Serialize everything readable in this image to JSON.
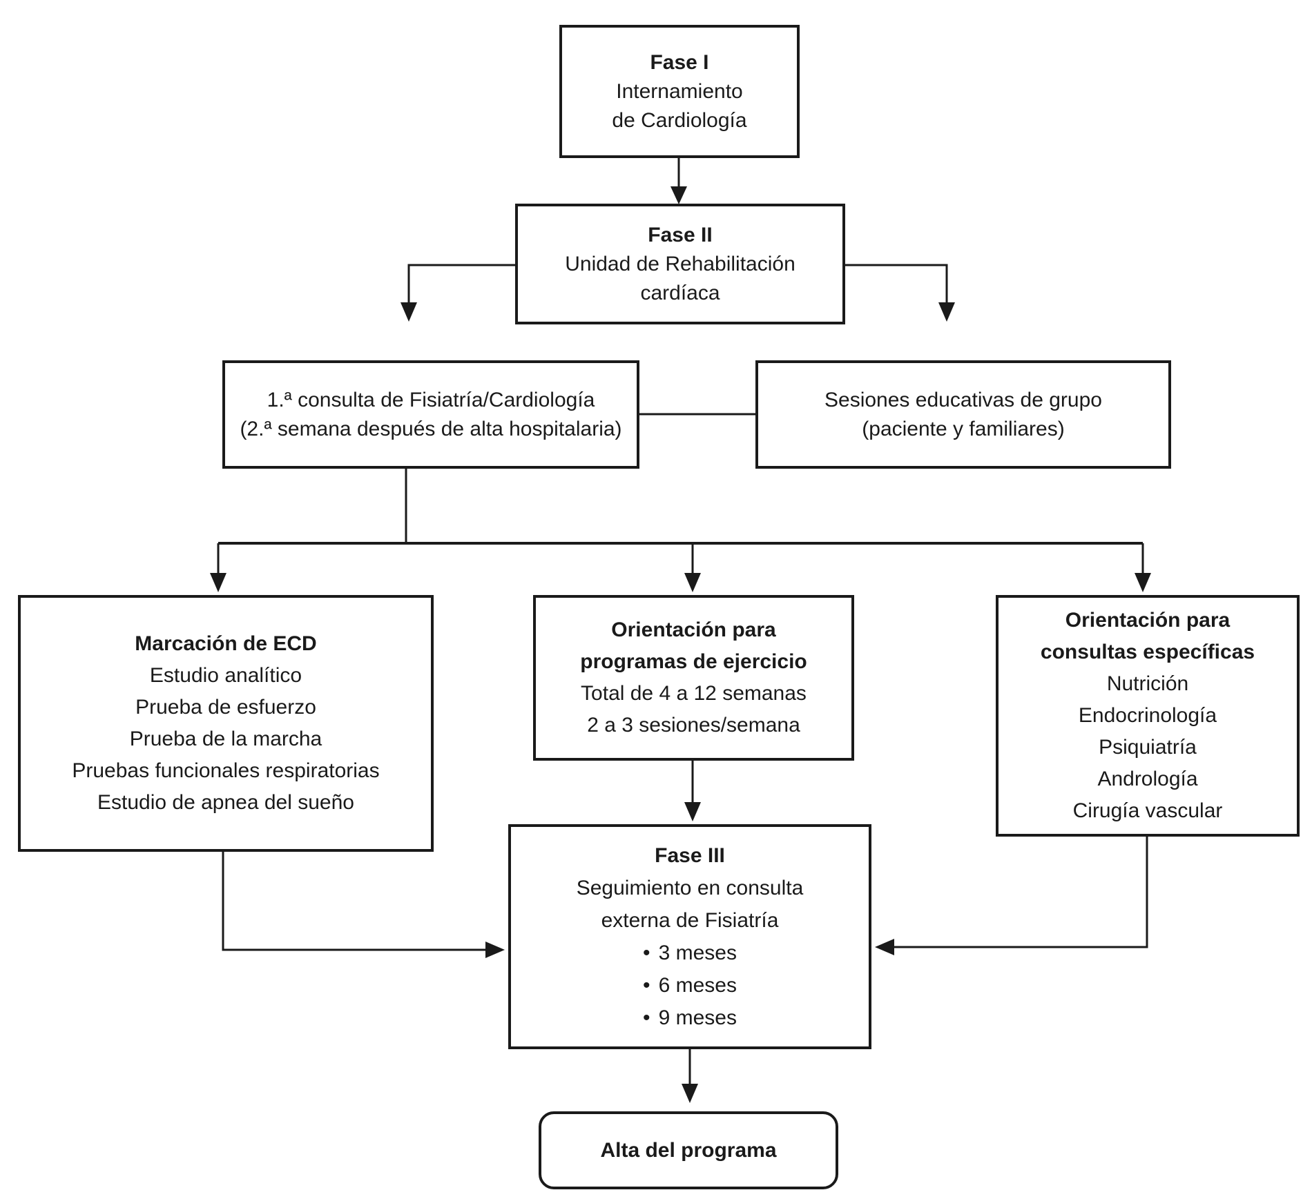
{
  "colors": {
    "background": "#ffffff",
    "line": "#1a1a1a",
    "text": "#1a1a1a"
  },
  "bullet_char": "•",
  "nodes": {
    "fase1": {
      "title": "Fase I",
      "lines": [
        "Internamiento",
        "de Cardiología"
      ]
    },
    "fase2": {
      "title": "Fase II",
      "lines": [
        "Unidad de Rehabilitación",
        "cardíaca"
      ]
    },
    "consulta": {
      "lines": [
        "1.ª consulta de Fisiatría/Cardiología",
        "(2.ª semana después de alta hospitalaria)"
      ]
    },
    "sesiones": {
      "lines": [
        "Sesiones educativas de grupo",
        "(paciente y familiares)"
      ]
    },
    "marcacion": {
      "title": "Marcación de ECD",
      "lines": [
        "Estudio analítico",
        "Prueba de esfuerzo",
        "Prueba de la marcha",
        "Pruebas funcionales respiratorias",
        "Estudio de apnea del sueño"
      ]
    },
    "ejercicio": {
      "title_lines": [
        "Orientación para",
        "programas de ejercicio"
      ],
      "lines": [
        "Total de 4 a 12 semanas",
        "2 a 3 sesiones/semana"
      ]
    },
    "consultas": {
      "title_lines": [
        "Orientación para",
        "consultas específicas"
      ],
      "lines": [
        "Nutrición",
        "Endocrinología",
        "Psiquiatría",
        "Andrología",
        "Cirugía vascular"
      ]
    },
    "fase3": {
      "title": "Fase III",
      "lines": [
        "Seguimiento en consulta",
        "externa de Fisiatría"
      ],
      "bullets": [
        "3 meses",
        "6 meses",
        "9 meses"
      ]
    },
    "alta": {
      "title": "Alta del programa"
    }
  }
}
